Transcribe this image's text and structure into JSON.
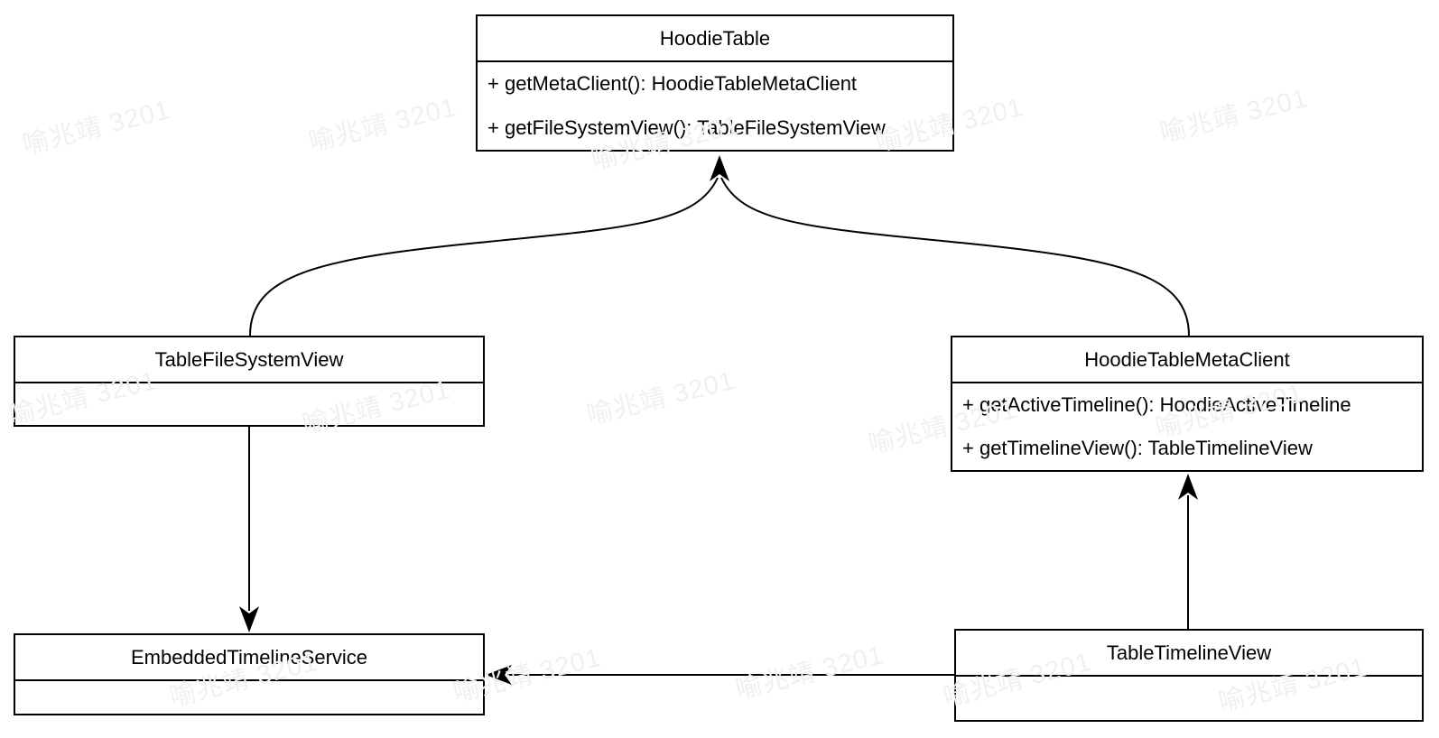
{
  "diagram": {
    "type": "uml-class-diagram",
    "background_color": "#ffffff",
    "line_color": "#000000",
    "watermark": {
      "text": "喻兆靖 3201",
      "color": "#f0f0f0"
    },
    "classes": [
      {
        "name": "HoodieTable",
        "methods": [
          "+ getMetaClient(): HoodieTableMetaClient",
          "+ getFileSystemView(): TableFileSystemView"
        ]
      },
      {
        "name": "TableFileSystemView",
        "methods": []
      },
      {
        "name": "HoodieTableMetaClient",
        "methods": [
          "+ getActiveTimeline(): HoodieActiveTimeline",
          "+ getTimelineView(): TableTimelineView"
        ]
      },
      {
        "name": "EmbeddedTimelineService",
        "methods": []
      },
      {
        "name": "TableTimelineView",
        "methods": []
      }
    ],
    "relations": [
      {
        "from": "TableFileSystemView",
        "to": "HoodieTable",
        "style": "curved",
        "arrowhead_at": "HoodieTable bottom center"
      },
      {
        "from": "HoodieTableMetaClient",
        "to": "HoodieTable",
        "style": "curved",
        "arrowhead_at": "HoodieTable bottom center"
      },
      {
        "from": "TableFileSystemView",
        "to": "EmbeddedTimelineService",
        "style": "straight-vertical",
        "arrowhead_at": "EmbeddedTimelineService top"
      },
      {
        "from": "TableTimelineView",
        "to": "HoodieTableMetaClient",
        "style": "straight-vertical",
        "arrowhead_at": "HoodieTableMetaClient bottom"
      },
      {
        "from": "TableTimelineView",
        "to": "EmbeddedTimelineService",
        "style": "straight-horizontal",
        "arrowhead_at": "EmbeddedTimelineService right"
      }
    ]
  }
}
